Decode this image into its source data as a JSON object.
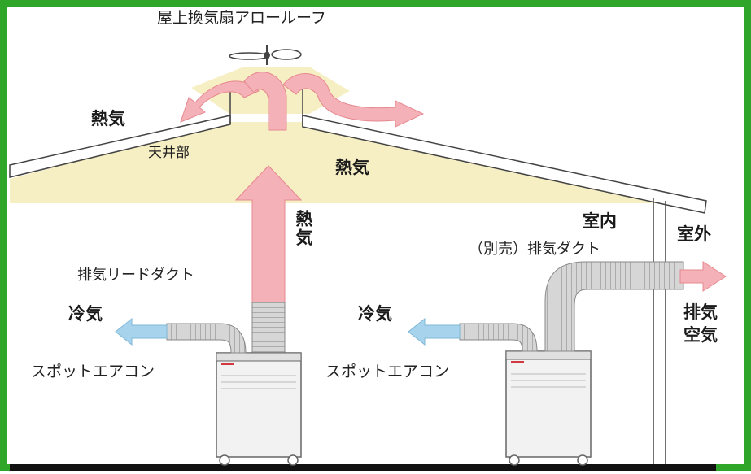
{
  "labels": {
    "roof_fan": "屋上換気扇アロールーフ",
    "heat_left": "熱気",
    "ceiling": "天井部",
    "heat_right": "熱気",
    "heat_vertical": "熱気",
    "exhaust_lead_duct": "排気リードダクト",
    "cool_air_left": "冷気",
    "spot_ac_left": "スポットエアコン",
    "cool_air_right": "冷気",
    "spot_ac_right": "スポットエアコン",
    "indoor": "室内",
    "optional_exhaust_duct": "（別売）排気ダクト",
    "outdoor": "室外",
    "exhaust_air_line1": "排気",
    "exhaust_air_line2": "空気"
  },
  "colors": {
    "frame_green": "#2fa52a",
    "attic_fill": "#f7efc4",
    "heat_arrow": "#f4b2b8",
    "cool_arrow": "#a7d4ec",
    "duct": "#c9c9c9",
    "ac_body": "#f2f2f2",
    "ac_accent": "#d0393f",
    "floor": "#111111"
  }
}
